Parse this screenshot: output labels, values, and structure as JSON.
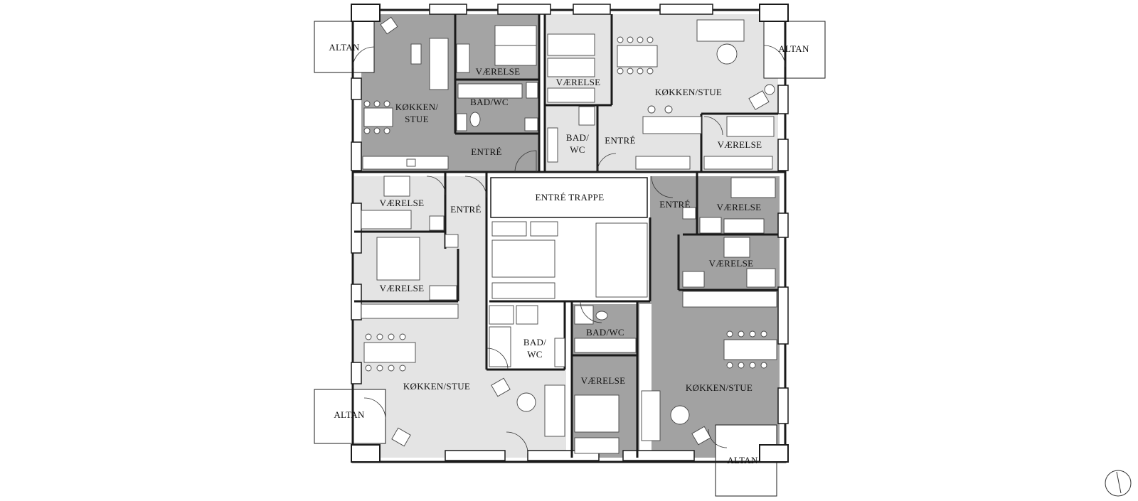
{
  "plan": {
    "colors": {
      "dark": "#a2a2a2",
      "light": "#e4e4e4",
      "white": "#ffffff",
      "wall": "#1a1a1a"
    },
    "labels": {
      "altan_nw": "ALTAN",
      "altan_ne": "ALTAN",
      "altan_sw": "ALTAN",
      "altan_se": "ALTAN",
      "vaerelse_nw": "VÆRELSE",
      "bad_nw": "BAD/WC",
      "kokken_nw_line1": "KØKKEN/",
      "kokken_nw_line2": "STUE",
      "entre_nw": "ENTRÉ",
      "vaerelse_n": "VÆRELSE",
      "bad_n_line1": "BAD/",
      "bad_n_line2": "WC",
      "entre_n": "ENTRÉ",
      "kokken_ne": "KØKKEN/STUE",
      "vaerelse_ne": "VÆRELSE",
      "vaerelse_w1": "VÆRELSE",
      "entre_w": "ENTRÉ",
      "vaerelse_w2": "VÆRELSE",
      "entre_trappe": "ENTRÉ TRAPPE",
      "entre_e": "ENTRÉ",
      "vaerelse_e1": "VÆRELSE",
      "vaerelse_e2": "VÆRELSE",
      "bad_s_line1": "BAD/",
      "bad_s_line2": "WC",
      "bad_s2": "BAD/WC",
      "kokken_sw": "KØKKEN/STUE",
      "vaerelse_s": "VÆRELSE",
      "kokken_se": "KØKKEN/STUE"
    },
    "icons": [
      "compass-icon"
    ]
  }
}
